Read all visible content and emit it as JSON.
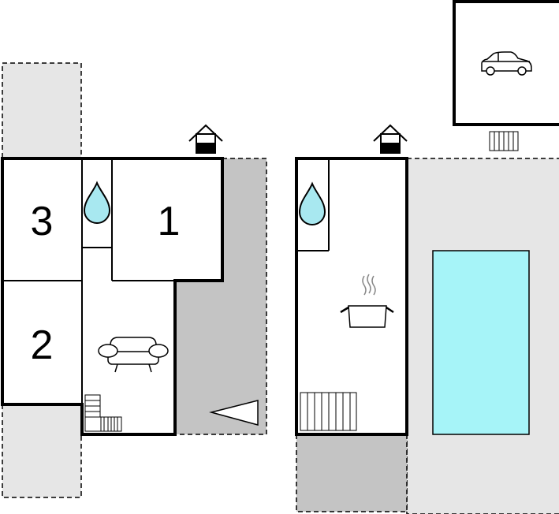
{
  "colors": {
    "wall": "#000000",
    "terrace_light": "#e6e6e6",
    "terrace_dark": "#c4c4c4",
    "water": "#a8e8f0",
    "pool": "#a6f4f8",
    "floor": "#ffffff"
  },
  "rooms": {
    "bedroom_1": "1",
    "bedroom_2": "2",
    "bedroom_3": "3"
  },
  "icons": [
    "car-icon",
    "house-entrance-icon",
    "bathroom-drop-icon",
    "sofa-icon",
    "cooking-pot-icon",
    "stairs-icon",
    "heater-icon",
    "arrow-left-icon",
    "pool"
  ]
}
